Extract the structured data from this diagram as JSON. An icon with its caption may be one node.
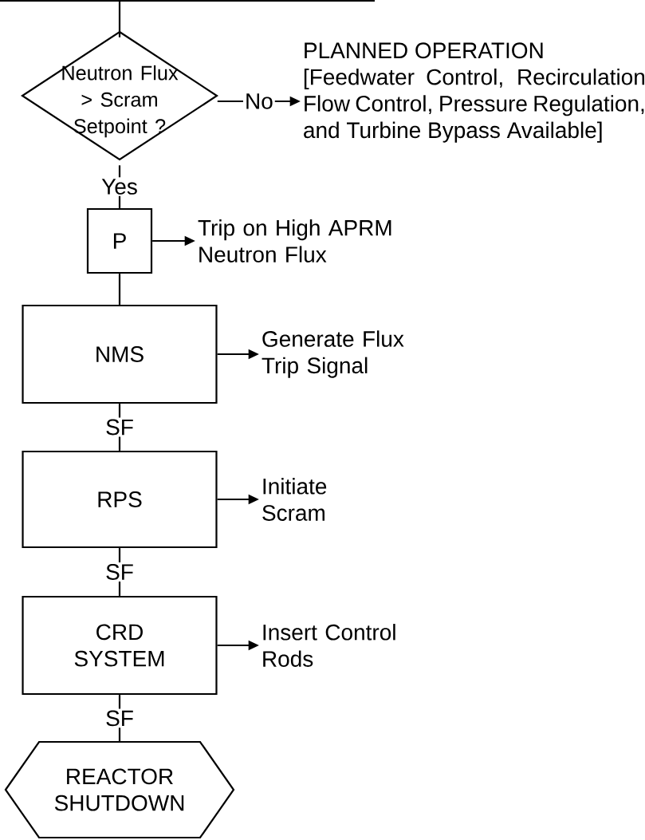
{
  "diagram": {
    "nodes": [
      {
        "text": [
          "Neutron Flux > Scram Setpoint ?"
        ]
      },
      {
        "text": [
          "PLANNED OPERATION",
          "[Feedwater Control, Recirculation Flow Control, Pressure Regulation, and Turbine Bypass Available]"
        ]
      },
      {
        "text": [
          "P"
        ]
      },
      {
        "text": [
          "Trip on High APRM Neutron Flux"
        ]
      },
      {
        "text": [
          "NMS"
        ]
      },
      {
        "text": [
          "Generate Flux Trip Signal"
        ]
      },
      {
        "text": [
          "RPS"
        ]
      },
      {
        "text": [
          "Initiate Scram"
        ]
      },
      {
        "text": [
          "CRD SYSTEM"
        ]
      },
      {
        "text": [
          "Insert Control Rods"
        ]
      },
      {
        "text": [
          "REACTOR SHUTDOWN"
        ]
      }
    ],
    "edges": [
      {
        "from": null,
        "to": 0,
        "arrow": "none"
      },
      {
        "from": 0,
        "to": 1,
        "arrow": "to",
        "label": "No"
      },
      {
        "from": 0,
        "to": 2,
        "arrow": "none",
        "label": "Yes"
      },
      {
        "from": 2,
        "to": 3,
        "arrow": "to"
      },
      {
        "from": 2,
        "to": 4,
        "arrow": "none"
      },
      {
        "from": 4,
        "to": 5,
        "arrow": "to"
      },
      {
        "from": 4,
        "to": 6,
        "arrow": "none",
        "label": "SF"
      },
      {
        "from": 6,
        "to": 7,
        "arrow": "to"
      },
      {
        "from": 6,
        "to": 8,
        "arrow": "none",
        "label": "SF"
      },
      {
        "from": 8,
        "to": 9,
        "arrow": "to"
      },
      {
        "from": 8,
        "to": 10,
        "arrow": "none",
        "label": "SF"
      }
    ]
  }
}
